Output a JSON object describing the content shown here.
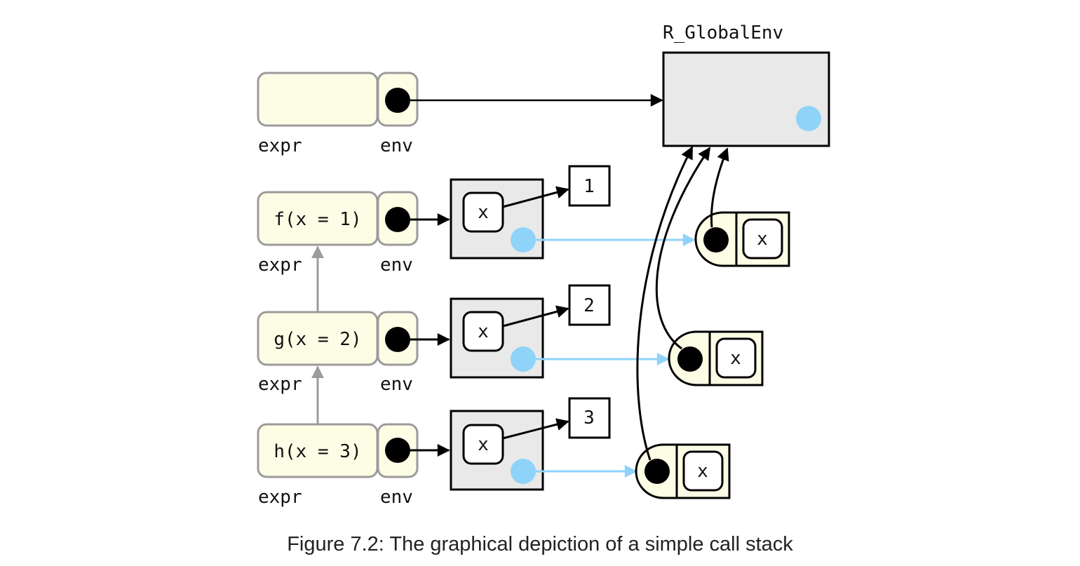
{
  "global_env": {
    "label": "R_GlobalEnv"
  },
  "frames": [
    {
      "expr": "",
      "expr_label": "expr",
      "env_label": "env"
    },
    {
      "expr": "f(x = 1)",
      "expr_label": "expr",
      "env_label": "env"
    },
    {
      "expr": "g(x = 2)",
      "expr_label": "expr",
      "env_label": "env"
    },
    {
      "expr": "h(x = 3)",
      "expr_label": "expr",
      "env_label": "env"
    }
  ],
  "environments": [
    {
      "binding": "x",
      "value": "1"
    },
    {
      "binding": "x",
      "value": "2"
    },
    {
      "binding": "x",
      "value": "3"
    }
  ],
  "functions": [
    {
      "arg": "x"
    },
    {
      "arg": "x"
    },
    {
      "arg": "x"
    }
  ],
  "caption": "Figure 7.2: The graphical depiction of a simple call stack",
  "colors": {
    "frame_fill": "#fdfde6",
    "frame_stroke": "#9b9b9b",
    "env_fill": "#e9e9e9",
    "parent_dot": "#8fd3f8",
    "parent_arrow": "#8fd3f8",
    "binding_arrow": "#000000",
    "caller_arrow": "#9b9b9b"
  }
}
